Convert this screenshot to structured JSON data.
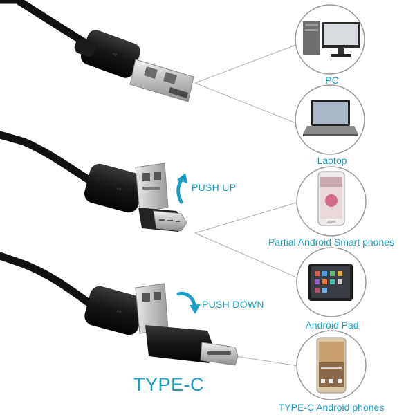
{
  "connectors": {
    "push_up_label": "PUSH UP",
    "push_down_label": "PUSH DOWN",
    "type_c_label": "TYPE-C"
  },
  "devices": [
    {
      "label": "PC",
      "icon": "desktop-pc-icon"
    },
    {
      "label": "Laptop",
      "icon": "laptop-icon"
    },
    {
      "label": "Partial Android Smart phones",
      "icon": "android-phone-icon"
    },
    {
      "label": "Android Pad",
      "icon": "android-tablet-icon"
    },
    {
      "label": "TYPE-C Android phones",
      "icon": "type-c-phone-icon"
    }
  ],
  "colors": {
    "accent": "#1aa0c8",
    "cable": "#111111",
    "circle": "#9a9a9a",
    "metal": "#c8c8c8"
  }
}
